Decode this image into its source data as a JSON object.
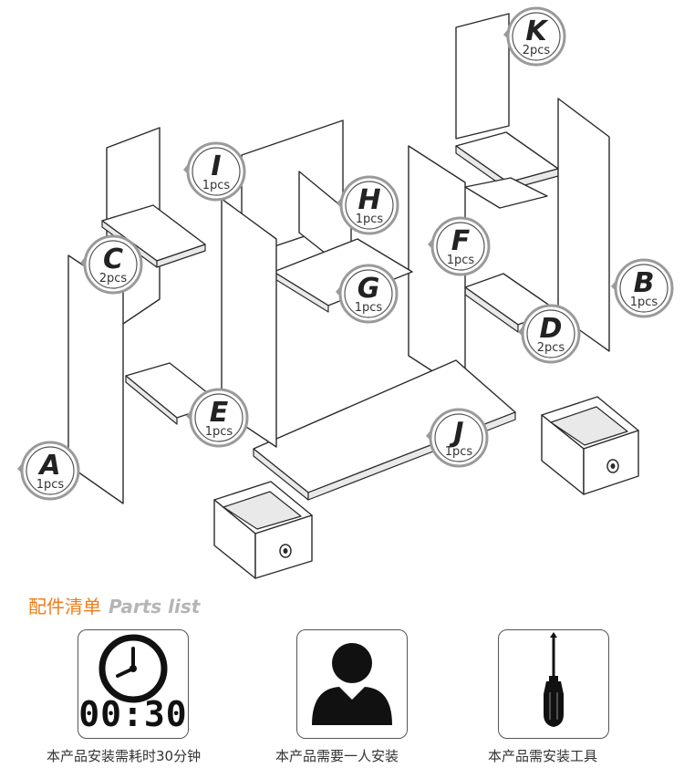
{
  "parts": [
    {
      "letter": "K",
      "qty": "2pcs"
    },
    {
      "letter": "I",
      "qty": "1pcs"
    },
    {
      "letter": "H",
      "qty": "1pcs"
    },
    {
      "letter": "C",
      "qty": "2pcs"
    },
    {
      "letter": "F",
      "qty": "1pcs"
    },
    {
      "letter": "G",
      "qty": "1pcs"
    },
    {
      "letter": "B",
      "qty": "1pcs"
    },
    {
      "letter": "D",
      "qty": "2pcs"
    },
    {
      "letter": "E",
      "qty": "1pcs"
    },
    {
      "letter": "J",
      "qty": "1pcs"
    },
    {
      "letter": "A",
      "qty": "1pcs"
    }
  ],
  "section": {
    "title_cn": "配件清单",
    "title_en": "Parts list"
  },
  "info": [
    {
      "icon": "clock-icon",
      "display": "00:30",
      "caption": "本产品安装需耗时30分钟"
    },
    {
      "icon": "person-icon",
      "caption": "本产品需要一人安装"
    },
    {
      "icon": "screwdriver-icon",
      "caption": "本产品需安装工具"
    }
  ],
  "colors": {
    "accent": "#f07d1a",
    "subtitle": "#b5b5b5",
    "line": "#2b2b2b",
    "badge_ring": "#9a9a9a"
  }
}
